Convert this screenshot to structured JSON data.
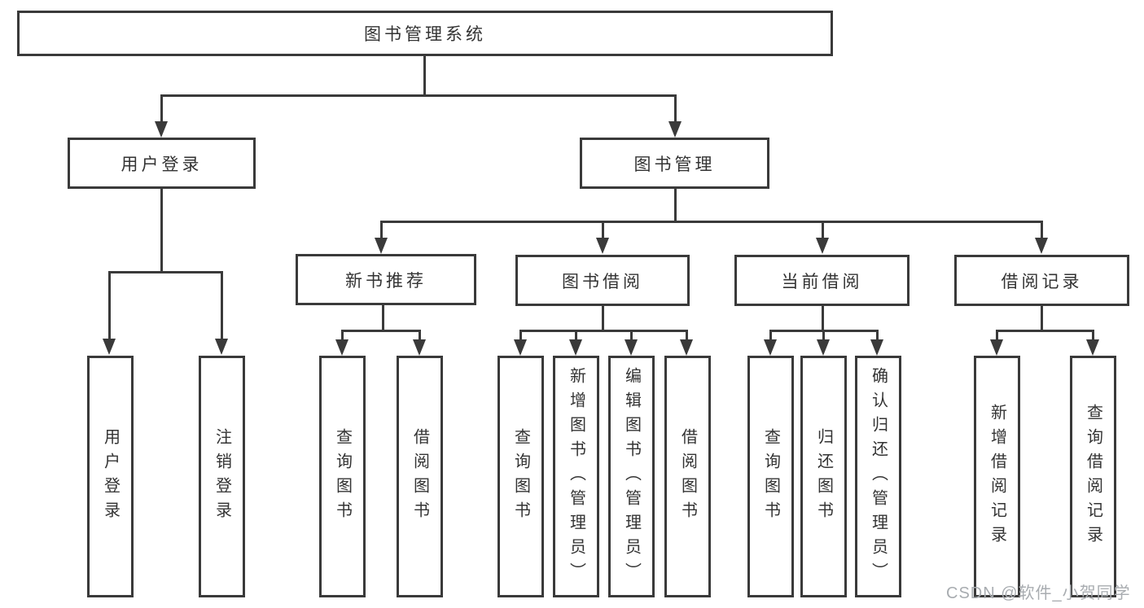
{
  "colors": {
    "line": "#3a3a3a",
    "node_border": "#3a3a3a",
    "node_text": "#333333",
    "background": "#ffffff",
    "watermark_text": "#a8acb0"
  },
  "tree": {
    "root": {
      "label": "图书管理系统"
    },
    "children": [
      {
        "label": "用户登录",
        "children": [
          {
            "label": "用户登录"
          },
          {
            "label": "注销登录"
          }
        ]
      },
      {
        "label": "图书管理",
        "children": [
          {
            "label": "新书推荐",
            "children": [
              {
                "label": "查询图书"
              },
              {
                "label": "借阅图书"
              }
            ]
          },
          {
            "label": "图书借阅",
            "children": [
              {
                "label": "查询图书"
              },
              {
                "label": "新增图书（管理员）"
              },
              {
                "label": "编辑图书（管理员）"
              },
              {
                "label": "借阅图书"
              }
            ]
          },
          {
            "label": "当前借阅",
            "children": [
              {
                "label": "查询图书"
              },
              {
                "label": "归还图书"
              },
              {
                "label": "确认归还（管理员）"
              }
            ]
          },
          {
            "label": "借阅记录",
            "children": [
              {
                "label": "新增借阅记录"
              },
              {
                "label": "查询借阅记录"
              }
            ]
          }
        ]
      }
    ]
  },
  "watermark": {
    "text": "CSDN @软件_小贺同学"
  }
}
